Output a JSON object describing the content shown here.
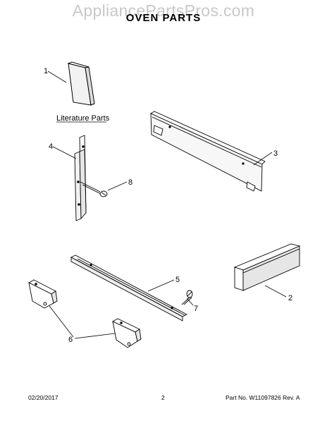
{
  "header": {
    "watermark": "AppliancePartsPros.com",
    "title": "OVEN PARTS"
  },
  "callouts": {
    "c1": "1",
    "c2": "2",
    "c3": "3",
    "c4": "4",
    "c5": "5",
    "c6": "6",
    "c7": "7",
    "c8": "8",
    "literature_label": "Literature Parts"
  },
  "footer": {
    "date": "02/20/2017",
    "page": "2",
    "part_info": "Part No. W11097826  Rev. A"
  }
}
